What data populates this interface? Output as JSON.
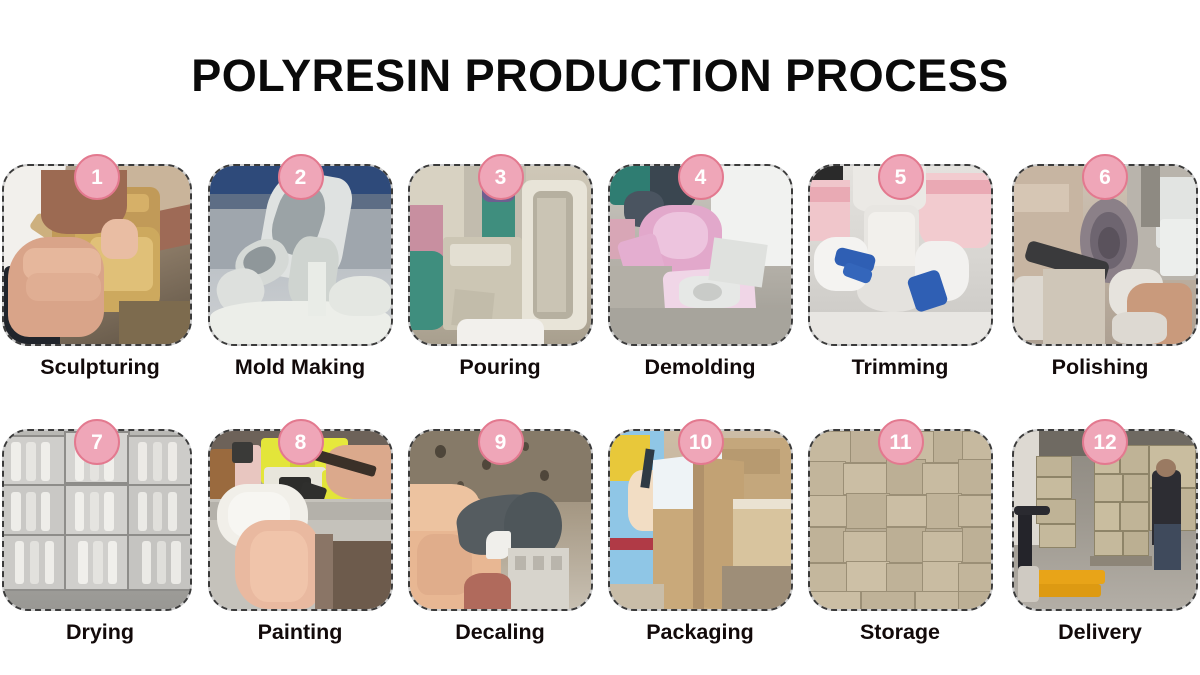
{
  "page": {
    "title": "POLYRESIN PRODUCTION PROCESS",
    "background_color": "#ffffff",
    "title_color": "#0a0a0a",
    "badge_fill_color": "#efa6b8",
    "badge_border_color": "#e3798f",
    "badge_text_color": "#ffffff",
    "card_border_color": "#3b3b3b",
    "label_color": "#120a0a",
    "columns": 6,
    "rows": 2,
    "total_steps": 12
  },
  "steps": [
    {
      "number": "1",
      "label": "Sculpturing",
      "scene": "hands shaping a yellow clay block"
    },
    {
      "number": "2",
      "label": "Mold Making",
      "scene": "white liquid silicone poured over gray sculptures"
    },
    {
      "number": "3",
      "label": "Pouring",
      "scene": "green-gloved hands with beige plaster molds"
    },
    {
      "number": "4",
      "label": "Demolding",
      "scene": "pink silicone mold opened to reveal cast part"
    },
    {
      "number": "5",
      "label": "Trimming",
      "scene": "gloved hands trimming a white vase"
    },
    {
      "number": "6",
      "label": "Polishing",
      "scene": "rotating buffing wheel on spindle polishing a piece"
    },
    {
      "number": "7",
      "label": "Drying",
      "scene": "gray trays filled with rows of white figurines"
    },
    {
      "number": "8",
      "label": "Painting",
      "scene": "hand with brush and yellow paint pots on granite bench"
    },
    {
      "number": "9",
      "label": "Decaling",
      "scene": "hand applying decal with dark tool on white model"
    },
    {
      "number": "10",
      "label": "Packaging",
      "scene": "hands placing white foam into a cardboard box"
    },
    {
      "number": "11",
      "label": "Storage",
      "scene": "warehouse wall of stacked cardboard cartons"
    },
    {
      "number": "12",
      "label": "Delivery",
      "scene": "warehouse with yellow pallet jack and worker loading pallets"
    }
  ]
}
